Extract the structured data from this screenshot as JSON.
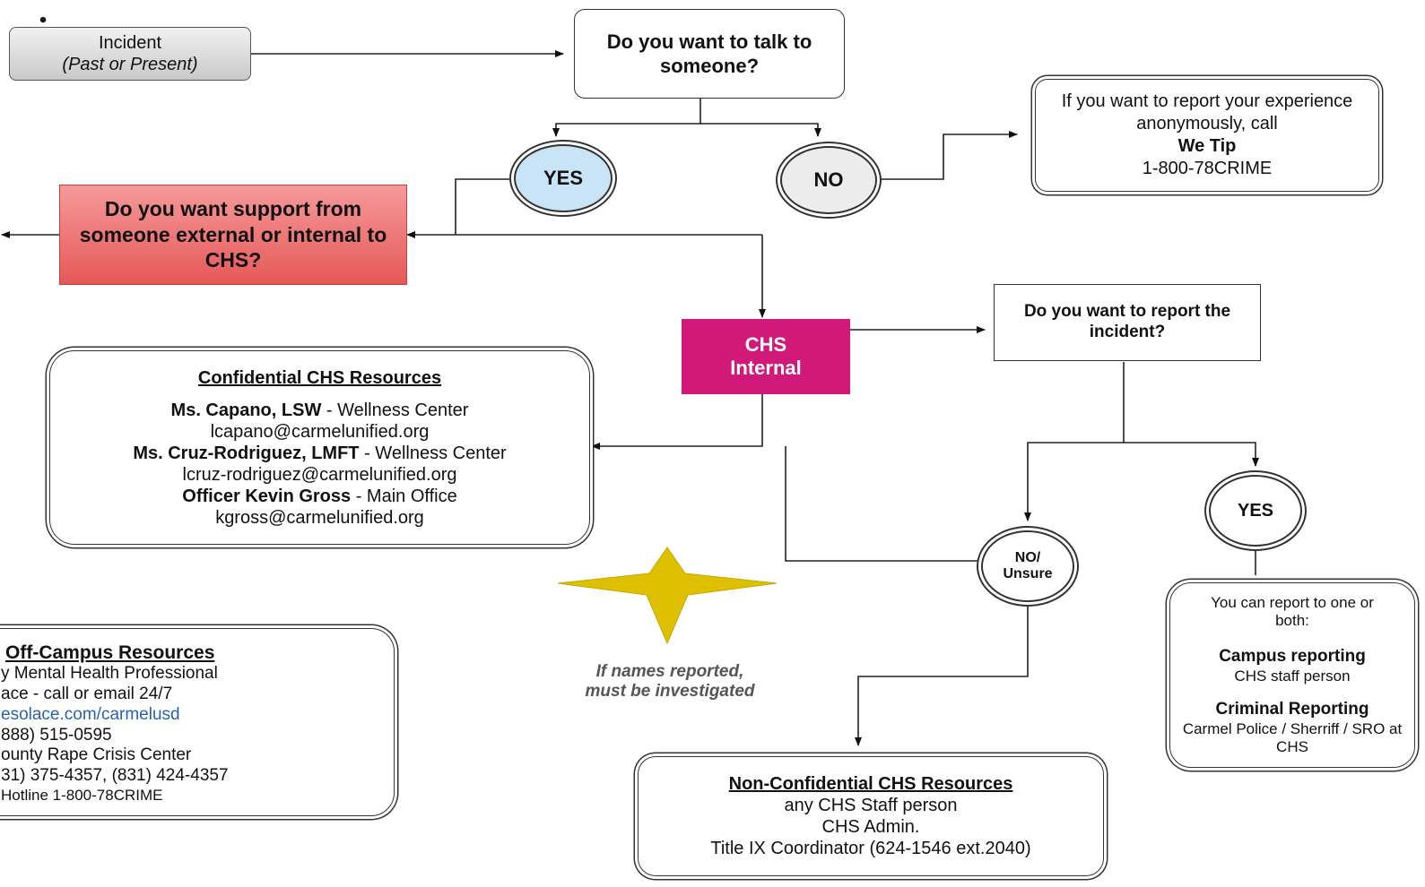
{
  "incident": {
    "title": "Incident",
    "subtitle": "(Past or Present)"
  },
  "talk_question": "Do you want to talk to someone?",
  "yes_label": "YES",
  "no_label": "NO",
  "we_tip": {
    "line1": "If you want to report your experience anonymously, call",
    "name": "We Tip",
    "phone": "1-800-78CRIME"
  },
  "support_question": "Do you want support from someone external or internal to CHS?",
  "chs_internal": "CHS Internal",
  "report_question": "Do you want to report the incident?",
  "confidential": {
    "title": "Confidential CHS Resources",
    "people": [
      {
        "name": "Ms. Capano, LSW",
        "role": " - Wellness Center",
        "email": "lcapano@carmelunified.org"
      },
      {
        "name": "Ms. Cruz-Rodriguez, LMFT",
        "role": " - Wellness Center",
        "email": "lcruz-rodriguez@carmelunified.org"
      },
      {
        "name": "Officer Kevin Gross",
        "role": " - Main Office",
        "email": "kgross@carmelunified.org"
      }
    ]
  },
  "investigate_note": "If names reported, must be investigated",
  "no_unsure_label": "NO/ Unsure",
  "yes2_label": "YES",
  "report_options": {
    "intro": "You can report to one or both:",
    "campus_title": "Campus reporting",
    "campus_detail": "CHS staff person",
    "criminal_title": "Criminal Reporting",
    "criminal_detail": "Carmel Police / Sherriff / SRO at CHS"
  },
  "off_campus": {
    "title": "Off-Campus Resources",
    "lines": [
      "y Mental Health Professional",
      "ace - call or email 24/7",
      "esolace.com/carmelusd",
      "888) 515-0595",
      "ounty Rape Crisis Center",
      "31) 375-4357, (831) 424-4357",
      "Hotline 1-800-78CRIME"
    ]
  },
  "non_confidential": {
    "title": "Non-Confidential CHS Resources",
    "lines": [
      "any CHS Staff person",
      "CHS Admin.",
      "Title IX Coordinator (624-1546 ext.2040)"
    ]
  },
  "colors": {
    "yes_fill": "#c9e3f7",
    "no_fill": "#ececec",
    "red_fill": "#e95a5a",
    "magenta": "#d1197a",
    "star": "#dfc000",
    "link": "#2a62b0"
  }
}
